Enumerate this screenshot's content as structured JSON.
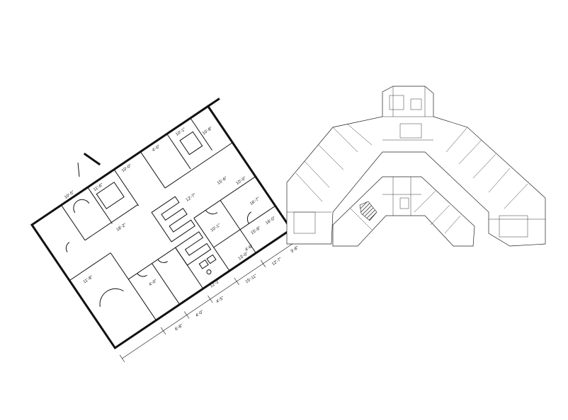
{
  "suite_plan": {
    "dimensions": [
      "10'-5\"",
      "11'-6\"",
      "10'-0\"",
      "18'-2\"",
      "4'-0\"",
      "10'-1\"",
      "11'-8\"",
      "10'-8\"",
      "12'-7\"",
      "15'-6\"",
      "10'-0\"",
      "16'-7\"",
      "4'-0\"",
      "6'-8\"",
      "4'-0\"",
      "4'-5\"",
      "10'-1\"",
      "12'-2\"",
      "15'-8\"",
      "16'-0\"",
      "4'-6\"",
      "13'-0\"",
      "15'-11\"",
      "12'-7\"",
      "3'-8\""
    ]
  },
  "colors": {
    "line": "#111111",
    "background": "#ffffff",
    "hatch": "#333333"
  }
}
